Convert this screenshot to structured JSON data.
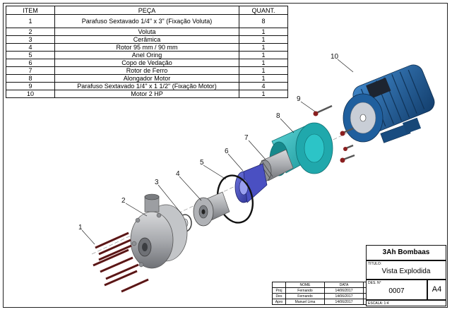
{
  "parts_table": {
    "headers": {
      "item": "ITEM",
      "part": "PEÇA",
      "qty": "QUANT."
    },
    "rows": [
      {
        "item": "1",
        "part": "Parafuso Sextavado 1/4\" x 3\" (Fixação Voluta)",
        "qty": "8"
      },
      {
        "item": "2",
        "part": "Voluta",
        "qty": "1"
      },
      {
        "item": "3",
        "part": "Cerâmica",
        "qty": "1"
      },
      {
        "item": "4",
        "part": "Rotor 95 mm / 90 mm",
        "qty": "1"
      },
      {
        "item": "5",
        "part": "Anel Oring",
        "qty": "1"
      },
      {
        "item": "6",
        "part": "Copo de Vedação",
        "qty": "1"
      },
      {
        "item": "7",
        "part": "Rotor de Ferro",
        "qty": "1"
      },
      {
        "item": "8",
        "part": "Alongador Motor",
        "qty": "1"
      },
      {
        "item": "9",
        "part": "Parafuso Sextavado 1/4\" x 1 1/2\" (Fixação Motor)",
        "qty": "4"
      },
      {
        "item": "10",
        "part": "Motor 2 HP",
        "qty": "1"
      }
    ]
  },
  "callouts": [
    "1",
    "2",
    "3",
    "4",
    "5",
    "6",
    "7",
    "8",
    "9",
    "10"
  ],
  "title_block": {
    "company": "3Ah Bombaas",
    "titulo_label": "TITULO:",
    "titulo": "Vista Explodida",
    "des_label": "DES. N°",
    "des_number": "0007",
    "size": "A4",
    "escala": "ESCALA: 1:4"
  },
  "signatures": {
    "headers": {
      "name": "NOME",
      "date": "DATA"
    },
    "rows": [
      {
        "role": "Proj",
        "name": "Fernando",
        "date": "14/06/2017"
      },
      {
        "role": "Des",
        "name": "Fernando",
        "date": "14/06/2017"
      },
      {
        "role": "Apro",
        "name": "Manuel Lima",
        "date": "14/06/2017"
      }
    ]
  },
  "colors": {
    "motor": "#1f5f9e",
    "motor_dark": "#123d6b",
    "alongador": "#22b2b6",
    "oring_ring": "#2a2f8f",
    "steel": "#a7a9ad",
    "steel_dark": "#6e7075"
  }
}
